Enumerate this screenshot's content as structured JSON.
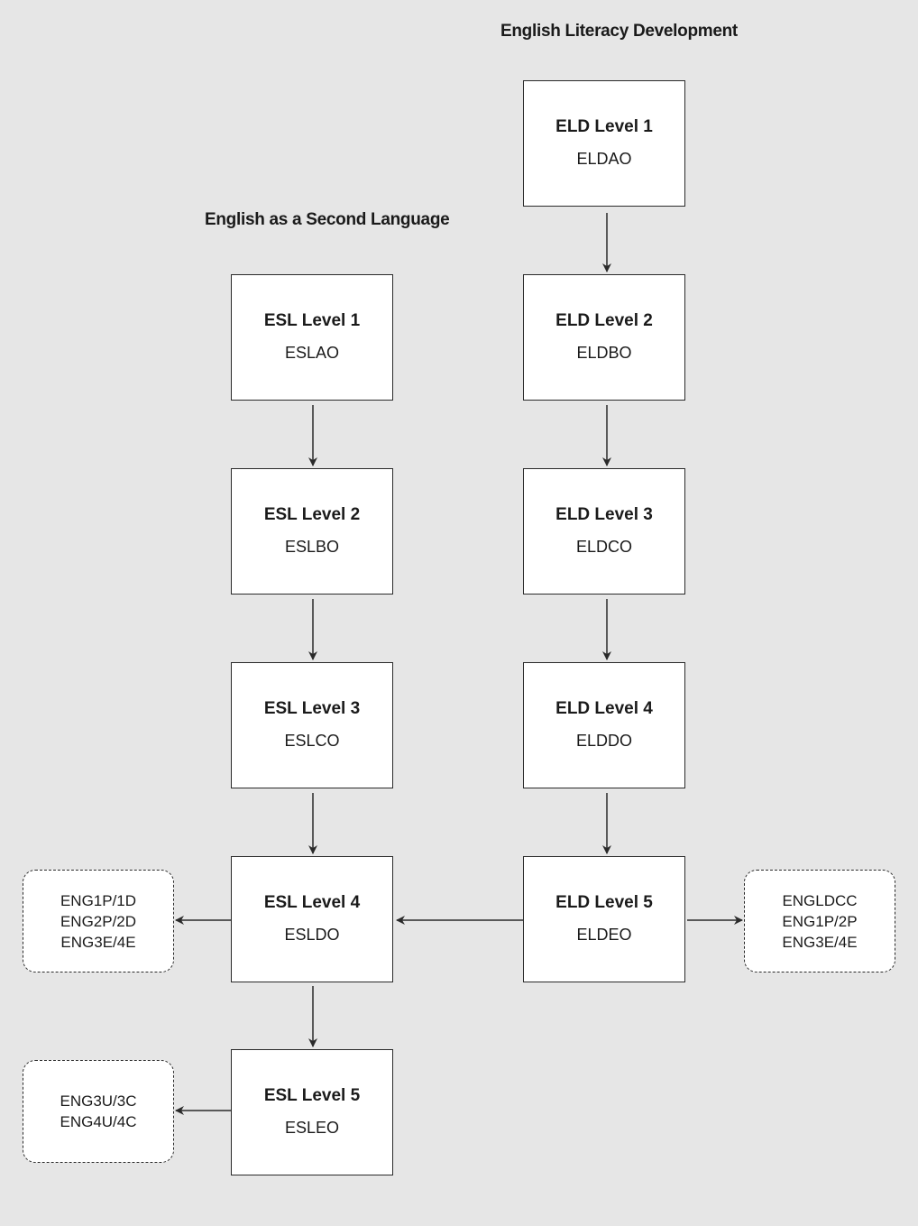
{
  "headings": {
    "eld": "English Literacy Development",
    "esl": "English as a Second Language"
  },
  "eld": [
    {
      "title": "ELD Level 1",
      "code": "ELDAO"
    },
    {
      "title": "ELD Level 2",
      "code": "ELDBO"
    },
    {
      "title": "ELD Level 3",
      "code": "ELDCO"
    },
    {
      "title": "ELD Level 4",
      "code": "ELDDO"
    },
    {
      "title": "ELD Level 5",
      "code": "ELDEO"
    }
  ],
  "esl": [
    {
      "title": "ESL Level 1",
      "code": "ESLAO"
    },
    {
      "title": "ESL Level 2",
      "code": "ESLBO"
    },
    {
      "title": "ESL Level 3",
      "code": "ESLCO"
    },
    {
      "title": "ESL Level 4",
      "code": "ESLDO"
    },
    {
      "title": "ESL Level 5",
      "code": "ESLEO"
    }
  ],
  "outcomes": {
    "esl4": [
      "ENG1P/1D",
      "ENG2P/2D",
      "ENG3E/4E"
    ],
    "esl5": [
      "ENG3U/3C",
      "ENG4U/4C"
    ],
    "eld5": [
      "ENGLDCC",
      "ENG1P/2P",
      "ENG3E/4E"
    ]
  },
  "colors": {
    "background": "#e6e6e6",
    "box": "#ffffff",
    "line": "#2a2a2a"
  }
}
